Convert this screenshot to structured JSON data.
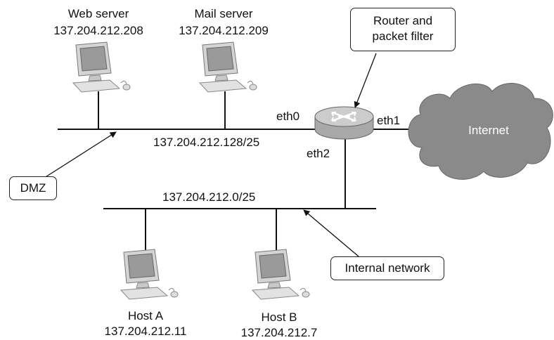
{
  "web_server": {
    "name": "Web server",
    "ip": "137.204.212.208"
  },
  "mail_server": {
    "name": "Mail server",
    "ip": "137.204.212.209"
  },
  "host_a": {
    "name": "Host A",
    "ip": "137.204.212.11"
  },
  "host_b": {
    "name": "Host B",
    "ip": "137.204.212.7"
  },
  "router": {
    "callout_line1": "Router and",
    "callout_line2": "packet filter",
    "iface_eth0": "eth0",
    "iface_eth1": "eth1",
    "iface_eth2": "eth2"
  },
  "internet": {
    "label": "Internet"
  },
  "dmz": {
    "label": "DMZ",
    "subnet": "137.204.212.128/25"
  },
  "internal": {
    "label": "Internal network",
    "subnet": "137.204.212.0/25"
  },
  "colors": {
    "cloud": "#8a8a8a",
    "router": "#b8b8b8",
    "line": "#111111"
  }
}
